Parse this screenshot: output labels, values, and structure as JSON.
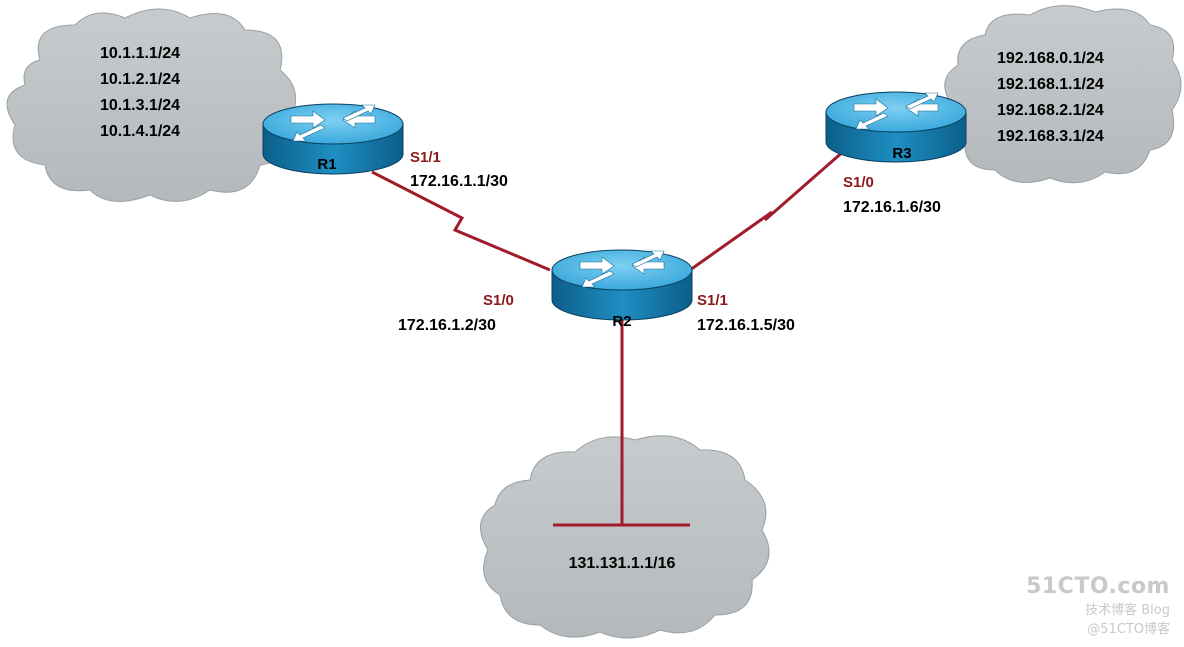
{
  "clouds": {
    "r1_lan": {
      "networks": [
        "10.1.1.1/24",
        "10.1.2.1/24",
        "10.1.3.1/24",
        "10.1.4.1/24"
      ]
    },
    "r3_lan": {
      "networks": [
        "192.168.0.1/24",
        "192.168.1.1/24",
        "192.168.2.1/24",
        "192.168.3.1/24"
      ]
    },
    "r2_lan": {
      "network": "131.131.1.1/16"
    }
  },
  "routers": {
    "r1": {
      "name": "R1",
      "iface": "S1/1",
      "ip": "172.16.1.1/30"
    },
    "r2": {
      "name": "R2",
      "iface_left": "S1/0",
      "ip_left": "172.16.1.2/30",
      "iface_right": "S1/1",
      "ip_right": "172.16.1.5/30"
    },
    "r3": {
      "name": "R3",
      "iface": "S1/0",
      "ip": "172.16.1.6/30"
    }
  },
  "watermark": {
    "main": "51CTO.com",
    "sub": "技术博客 Blog",
    "sub2": "@51CTO博客"
  },
  "colors": {
    "serial_link": "#a01c2c",
    "cloud_fill": "#bfc3c6",
    "router_body": "#1f8ec2",
    "router_top": "#5cbde8",
    "interface_label": "#8b1a1a"
  }
}
